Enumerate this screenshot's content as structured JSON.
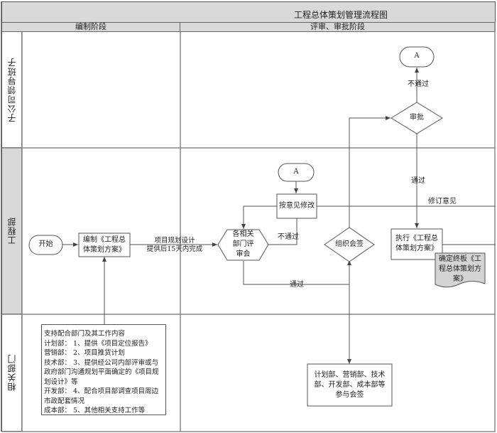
{
  "title": "工程总体策划管理流程图",
  "phases": [
    {
      "label": "编制阶段"
    },
    {
      "label": "评审、审批阶段"
    }
  ],
  "lanes": [
    {
      "label": "子公司领导班子"
    },
    {
      "label": "工程部"
    },
    {
      "label": "相关部门"
    }
  ],
  "nodes": {
    "start": "开始",
    "compile": [
      "编制《工程总",
      "体策划方案》"
    ],
    "review": [
      "各相关",
      "部门评",
      "审会"
    ],
    "revise": "按意见修改",
    "connector_a_lower": "A",
    "connector_a_upper": "A",
    "countersign": "组织会签",
    "approve": "审批",
    "execute": [
      "执行《工程总",
      "体策划方案》"
    ],
    "final_doc": [
      "确定终板《工",
      "程总体策划方",
      "案》"
    ],
    "participants": [
      "计划部、营销部、技术",
      "部、开发部、成本部等",
      "参与会签"
    ]
  },
  "edge_labels": {
    "compile_to_review": [
      "项目规划设计",
      "提供后15天内完成"
    ],
    "review_fail": "不通过",
    "review_pass": "通过",
    "approve_fail": "不通过",
    "approve_pass": "通过",
    "revision_comments": "修订意见"
  },
  "support_box": {
    "lines": [
      "支持配合部门及其工作内容",
      "计划部： 1、提供《项目定位报告》",
      "营销部： 2、项目推货计划",
      "技术部： 3、提供经公司内部评审或与",
      "政府部门沟通规划平面确定的《项目规",
      "划设计》等",
      "开发部： 4、配合项目部调查项目周边",
      "市政配套情况",
      "成本部： 5、其他相关支持工作等"
    ]
  },
  "colors": {
    "header_fill": "#d9d9d9",
    "document_fill": "#d4d4d4",
    "line": "#555555"
  }
}
